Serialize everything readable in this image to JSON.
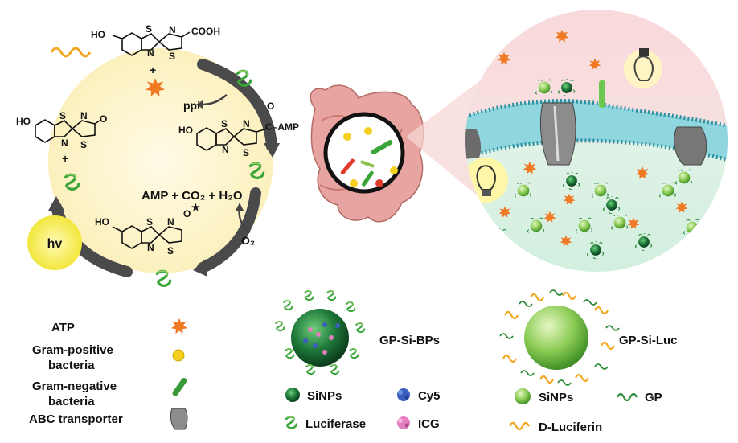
{
  "colors": {
    "arrow": "#4a4a4a",
    "atp": "#f07a23",
    "gp_green": "#2e8b3a",
    "dluciferin": "#f2a825",
    "cycle_fill": "#fbf3c9",
    "hv_fill": "#f5ec4e",
    "sinp_dark": "#1f7a3b",
    "sinp_light": "#8ccc55"
  },
  "reaction": {
    "cooh": "COOH",
    "ho_top": "HO",
    "ho_left": "HO",
    "ho_right": "HO",
    "ho_bottom": "HO",
    "camp": "C–AMP",
    "ppi": "ppi",
    "amp_co2_h2o": "AMP + CO₂ + H₂O",
    "o2": "O₂",
    "hv": "hv",
    "s": "S",
    "n": "N",
    "o": "O",
    "plus": "+",
    "star": "★"
  },
  "legend": {
    "atp": "ATP",
    "gram_positive_1": "Gram-positive",
    "gram_positive_2": "bacteria",
    "gram_negative_1": "Gram-negative",
    "gram_negative_2": "bacteria",
    "abc": "ABC transporter",
    "gp_si_bps": "GP-Si-BPs",
    "sinps_1": "SiNPs",
    "cy5": "Cy5",
    "luciferase": "Luciferase",
    "icg": "ICG",
    "gp_si_luc": "GP-Si-Luc",
    "sinps_2": "SiNPs",
    "gp": "GP",
    "d_luciferin": "D-Luciferin"
  }
}
